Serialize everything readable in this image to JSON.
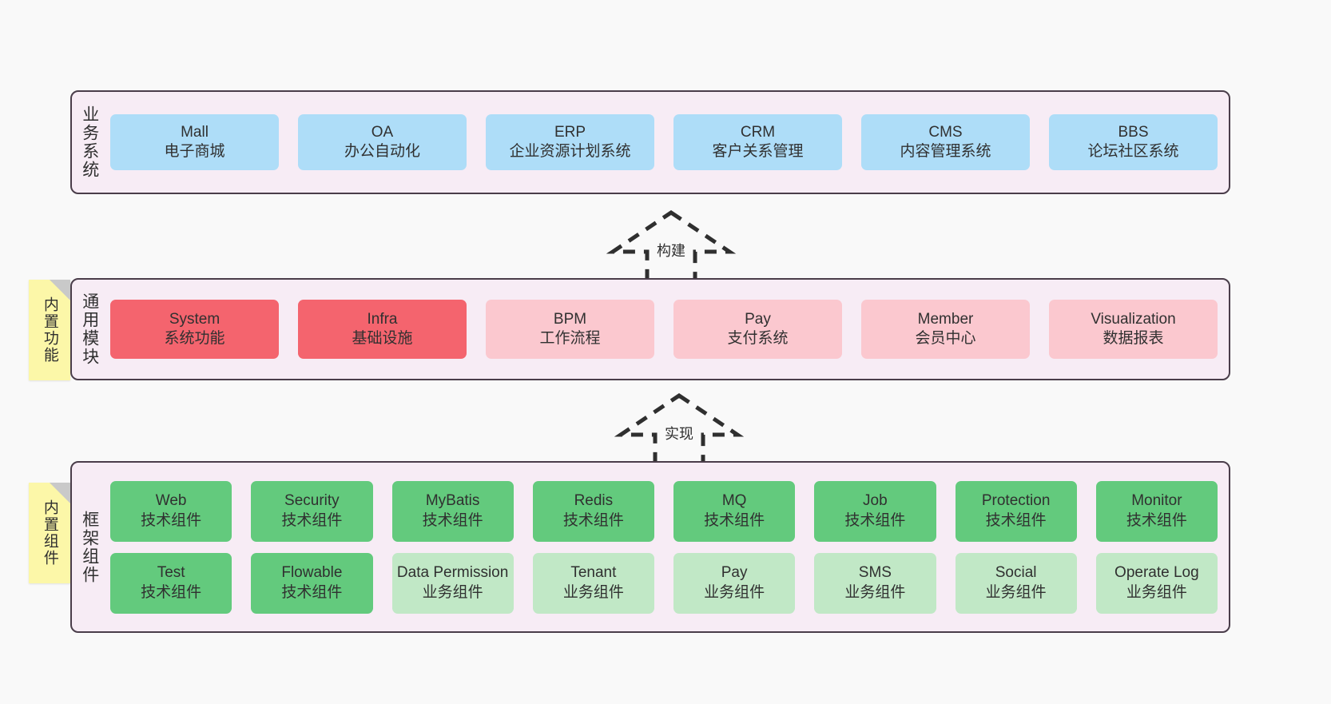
{
  "diagram": {
    "background_color": "#f9f9f9",
    "panel_color": "#f7ecf5",
    "panel_border_color": "#4a3d4a",
    "note_color": "#fcf7a8"
  },
  "notes": [
    {
      "id": "builtin-functions",
      "label": "内置功能"
    },
    {
      "id": "builtin-components",
      "label": "内置组件"
    }
  ],
  "arrows": [
    {
      "id": "build",
      "label": "构建",
      "style": "dashed-up-arrow"
    },
    {
      "id": "realize",
      "label": "实现",
      "style": "dashed-up-arrow"
    }
  ],
  "layers": [
    {
      "id": "business-system",
      "title": "业务系统",
      "rows": [
        [
          {
            "name": "Mall",
            "desc": "电子商城",
            "color": "#aeddf8",
            "style": "blue"
          },
          {
            "name": "OA",
            "desc": "办公自动化",
            "color": "#aeddf8",
            "style": "blue"
          },
          {
            "name": "ERP",
            "desc": "企业资源计划系统",
            "color": "#aeddf8",
            "style": "blue"
          },
          {
            "name": "CRM",
            "desc": "客户关系管理",
            "color": "#aeddf8",
            "style": "blue"
          },
          {
            "name": "CMS",
            "desc": "内容管理系统",
            "color": "#aeddf8",
            "style": "blue"
          },
          {
            "name": "BBS",
            "desc": "论坛社区系统",
            "color": "#aeddf8",
            "style": "blue"
          }
        ]
      ]
    },
    {
      "id": "common-module",
      "title": "通用模块",
      "rows": [
        [
          {
            "name": "System",
            "desc": "系统功能",
            "color": "#f4646e",
            "style": "red"
          },
          {
            "name": "Infra",
            "desc": "基础设施",
            "color": "#f4646e",
            "style": "red"
          },
          {
            "name": "BPM",
            "desc": "工作流程",
            "color": "#fbc8cf",
            "style": "pink"
          },
          {
            "name": "Pay",
            "desc": "支付系统",
            "color": "#fbc8cf",
            "style": "pink"
          },
          {
            "name": "Member",
            "desc": "会员中心",
            "color": "#fbc8cf",
            "style": "pink"
          },
          {
            "name": "Visualization",
            "desc": "数据报表",
            "color": "#fbc8cf",
            "style": "pink"
          }
        ]
      ]
    },
    {
      "id": "framework-component",
      "title": "框架组件",
      "rows": [
        [
          {
            "name": "Web",
            "desc": "技术组件",
            "color": "#63ca7d",
            "style": "green"
          },
          {
            "name": "Security",
            "desc": "技术组件",
            "color": "#63ca7d",
            "style": "green"
          },
          {
            "name": "MyBatis",
            "desc": "技术组件",
            "color": "#63ca7d",
            "style": "green"
          },
          {
            "name": "Redis",
            "desc": "技术组件",
            "color": "#63ca7d",
            "style": "green"
          },
          {
            "name": "MQ",
            "desc": "技术组件",
            "color": "#63ca7d",
            "style": "green"
          },
          {
            "name": "Job",
            "desc": "技术组件",
            "color": "#63ca7d",
            "style": "green"
          },
          {
            "name": "Protection",
            "desc": "技术组件",
            "color": "#63ca7d",
            "style": "green"
          },
          {
            "name": "Monitor",
            "desc": "技术组件",
            "color": "#63ca7d",
            "style": "green"
          }
        ],
        [
          {
            "name": "Test",
            "desc": "技术组件",
            "color": "#63ca7d",
            "style": "green"
          },
          {
            "name": "Flowable",
            "desc": "技术组件",
            "color": "#63ca7d",
            "style": "green"
          },
          {
            "name": "Data Permission",
            "desc": "业务组件",
            "color": "#c1e8c6",
            "style": "lightgreen"
          },
          {
            "name": "Tenant",
            "desc": "业务组件",
            "color": "#c1e8c6",
            "style": "lightgreen"
          },
          {
            "name": "Pay",
            "desc": "业务组件",
            "color": "#c1e8c6",
            "style": "lightgreen"
          },
          {
            "name": "SMS",
            "desc": "业务组件",
            "color": "#c1e8c6",
            "style": "lightgreen"
          },
          {
            "name": "Social",
            "desc": "业务组件",
            "color": "#c1e8c6",
            "style": "lightgreen"
          },
          {
            "name": "Operate Log",
            "desc": "业务组件",
            "color": "#c1e8c6",
            "style": "lightgreen"
          }
        ]
      ]
    }
  ]
}
